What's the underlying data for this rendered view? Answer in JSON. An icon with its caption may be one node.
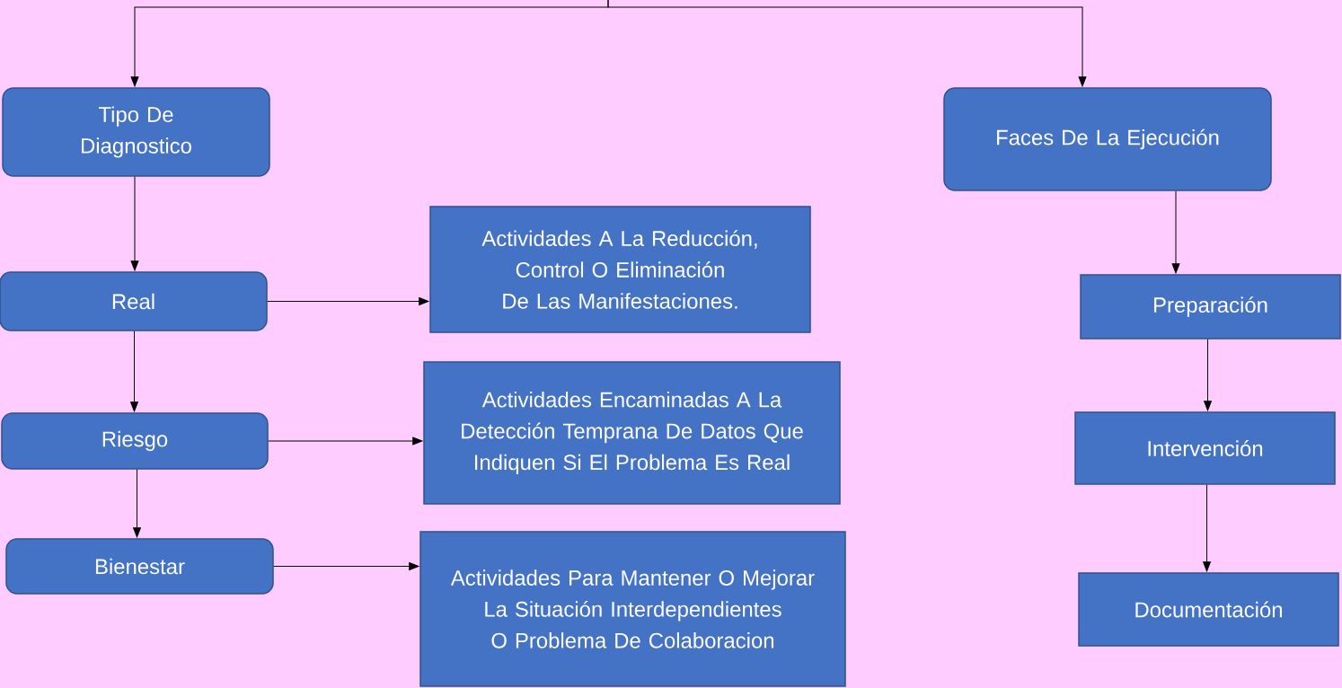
{
  "diagram": {
    "nodes": [
      {
        "text": [
          "Tipo De Diagnostico"
        ]
      },
      {
        "text": [
          "Real"
        ]
      },
      {
        "text": [
          "Riesgo"
        ]
      },
      {
        "text": [
          "Bienestar"
        ]
      },
      {
        "text": [
          "Actividades A La Reducción, Control O Eliminación De Las Manifestaciones."
        ]
      },
      {
        "text": [
          "Actividades Encaminadas A La Detección Temprana De Datos Que Indiquen Si El Problema Es Real"
        ]
      },
      {
        "text": [
          "Actividades Para Mantener O Mejorar La Situación Interdependientes O Problema De Colaboracion"
        ]
      },
      {
        "text": [
          "Faces De La Ejecución"
        ]
      },
      {
        "text": [
          "Preparación"
        ]
      },
      {
        "text": [
          "Intervención"
        ]
      },
      {
        "text": [
          "Documentación"
        ]
      }
    ],
    "edges": [
      {
        "from": null,
        "to": 0,
        "arrow": "to"
      },
      {
        "from": null,
        "to": 7,
        "arrow": "to"
      },
      {
        "from": 0,
        "to": 1,
        "arrow": "to"
      },
      {
        "from": 1,
        "to": 2,
        "arrow": "to"
      },
      {
        "from": 2,
        "to": 3,
        "arrow": "to"
      },
      {
        "from": 1,
        "to": 4,
        "arrow": "to"
      },
      {
        "from": 2,
        "to": 5,
        "arrow": "to"
      },
      {
        "from": 3,
        "to": 6,
        "arrow": "to"
      },
      {
        "from": 7,
        "to": 8,
        "arrow": "to"
      },
      {
        "from": 8,
        "to": 9,
        "arrow": "to"
      },
      {
        "from": 9,
        "to": 10,
        "arrow": "to"
      }
    ]
  }
}
